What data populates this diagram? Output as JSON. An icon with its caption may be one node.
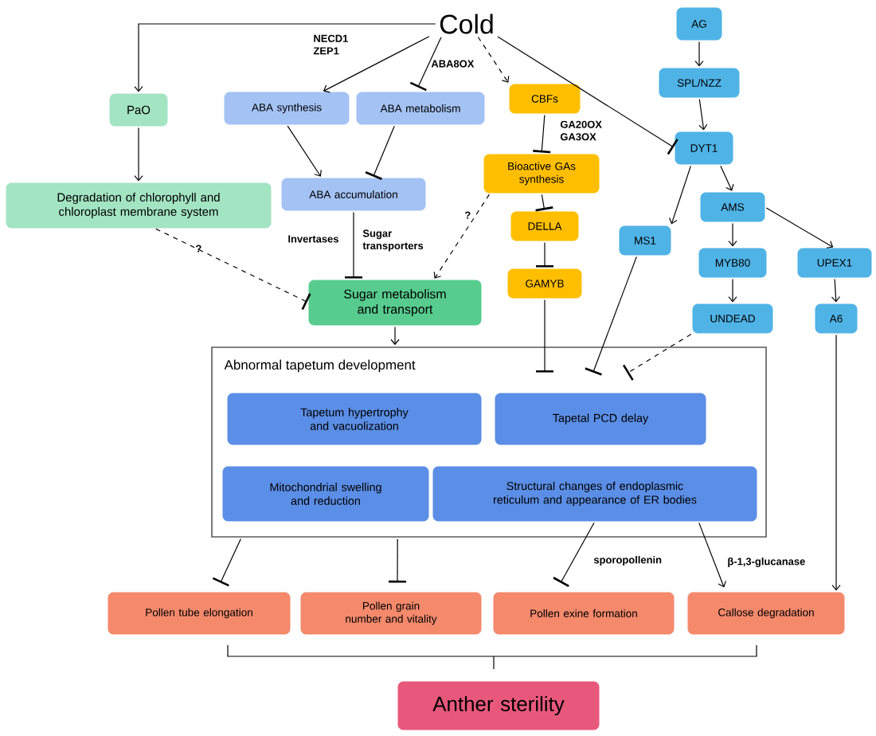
{
  "diagram": {
    "nodes": [
      {
        "text": [
          "Cold"
        ]
      },
      {
        "text": [
          "PaO"
        ]
      },
      {
        "text": [
          "ABA synthesis"
        ]
      },
      {
        "text": [
          "ABA metabolism"
        ]
      },
      {
        "text": [
          "CBFs"
        ]
      },
      {
        "text": [
          "Bioactive GAs synthesis"
        ]
      },
      {
        "text": [
          "DELLA"
        ]
      },
      {
        "text": [
          "GAMYB"
        ]
      },
      {
        "text": [
          "AG"
        ]
      },
      {
        "text": [
          "SPL/NZZ"
        ]
      },
      {
        "text": [
          "DYT1"
        ]
      },
      {
        "text": [
          "MS1"
        ]
      },
      {
        "text": [
          "AMS"
        ]
      },
      {
        "text": [
          "MYB80"
        ]
      },
      {
        "text": [
          "UNDEAD"
        ]
      },
      {
        "text": [
          "UPEX1"
        ]
      },
      {
        "text": [
          "A6"
        ]
      },
      {
        "text": [
          "Degradation of chlorophyll and chloroplast membrane system"
        ]
      },
      {
        "text": [
          "ABA accumulation"
        ]
      },
      {
        "text": [
          "Sugar metabolism and transport"
        ]
      },
      {
        "text": [
          "Abnormal tapetum development"
        ]
      },
      {
        "text": [
          "Tapetum hypertrophy and vacuolization"
        ],
        "in": 20
      },
      {
        "text": [
          "Tapetal PCD delay"
        ],
        "in": 20
      },
      {
        "text": [
          "Mitochondrial swelling and reduction"
        ],
        "in": 20
      },
      {
        "text": [
          "Structural changes of endoplasmic reticulum and appearance of ER bodies"
        ],
        "in": 20
      },
      {
        "text": [
          "Pollen tube elongation"
        ]
      },
      {
        "text": [
          "Pollen grain number and vitality"
        ]
      },
      {
        "text": [
          "Pollen exine formation"
        ]
      },
      {
        "text": [
          "Callose degradation"
        ]
      },
      {
        "text": [
          "Anther sterility"
        ]
      }
    ],
    "edges": [
      {
        "from": 0,
        "to": 1,
        "arrow": "to"
      },
      {
        "from": 0,
        "to": 2,
        "arrow": "to",
        "label": "NECD1 ZEP1"
      },
      {
        "from": 0,
        "to": 3,
        "arrow": "other",
        "label": "ABA8OX"
      },
      {
        "from": 0,
        "to": 4,
        "arrow": "to",
        "style": "dashed"
      },
      {
        "from": 0,
        "to": 10,
        "arrow": "other"
      },
      {
        "from": 1,
        "to": 17,
        "arrow": "to"
      },
      {
        "from": 2,
        "to": 18,
        "arrow": "to"
      },
      {
        "from": 3,
        "to": 18,
        "arrow": "other"
      },
      {
        "from": 18,
        "to": 19,
        "arrow": "other"
      },
      {
        "from": 17,
        "to": 19,
        "arrow": "other",
        "style": "dashed",
        "label": "?"
      },
      {
        "from": 5,
        "to": 19,
        "arrow": "to",
        "style": "dashed",
        "label": "?"
      },
      {
        "from": 4,
        "to": 5,
        "arrow": "other",
        "label": "GA20OX GA3OX"
      },
      {
        "from": 5,
        "to": 6,
        "arrow": "other"
      },
      {
        "from": 6,
        "to": 7,
        "arrow": "other"
      },
      {
        "from": 8,
        "to": 9,
        "arrow": "to"
      },
      {
        "from": 9,
        "to": 10,
        "arrow": "to"
      },
      {
        "from": 10,
        "to": 11,
        "arrow": "to"
      },
      {
        "from": 10,
        "to": 12,
        "arrow": "to"
      },
      {
        "from": 12,
        "to": 13,
        "arrow": "to"
      },
      {
        "from": 12,
        "to": 15,
        "arrow": "to"
      },
      {
        "from": 13,
        "to": 14,
        "arrow": "to"
      },
      {
        "from": 15,
        "to": 16,
        "arrow": "to"
      },
      {
        "from": 19,
        "to": 20,
        "arrow": "to"
      },
      {
        "from": 7,
        "to": 22,
        "arrow": "other"
      },
      {
        "from": 11,
        "to": 22,
        "arrow": "other"
      },
      {
        "from": 14,
        "to": 22,
        "arrow": "other",
        "style": "dashed"
      },
      {
        "from": 20,
        "to": 25,
        "arrow": "other"
      },
      {
        "from": 20,
        "to": 26,
        "arrow": "other"
      },
      {
        "from": 24,
        "to": 27,
        "arrow": "other",
        "label": "sporopollenin"
      },
      {
        "from": 24,
        "to": 28,
        "arrow": "to",
        "label": "β-1,3-glucanase"
      },
      {
        "from": 16,
        "to": 28,
        "arrow": "to"
      }
    ],
    "labels": [
      "Invertases",
      "Sugar transporters"
    ]
  }
}
